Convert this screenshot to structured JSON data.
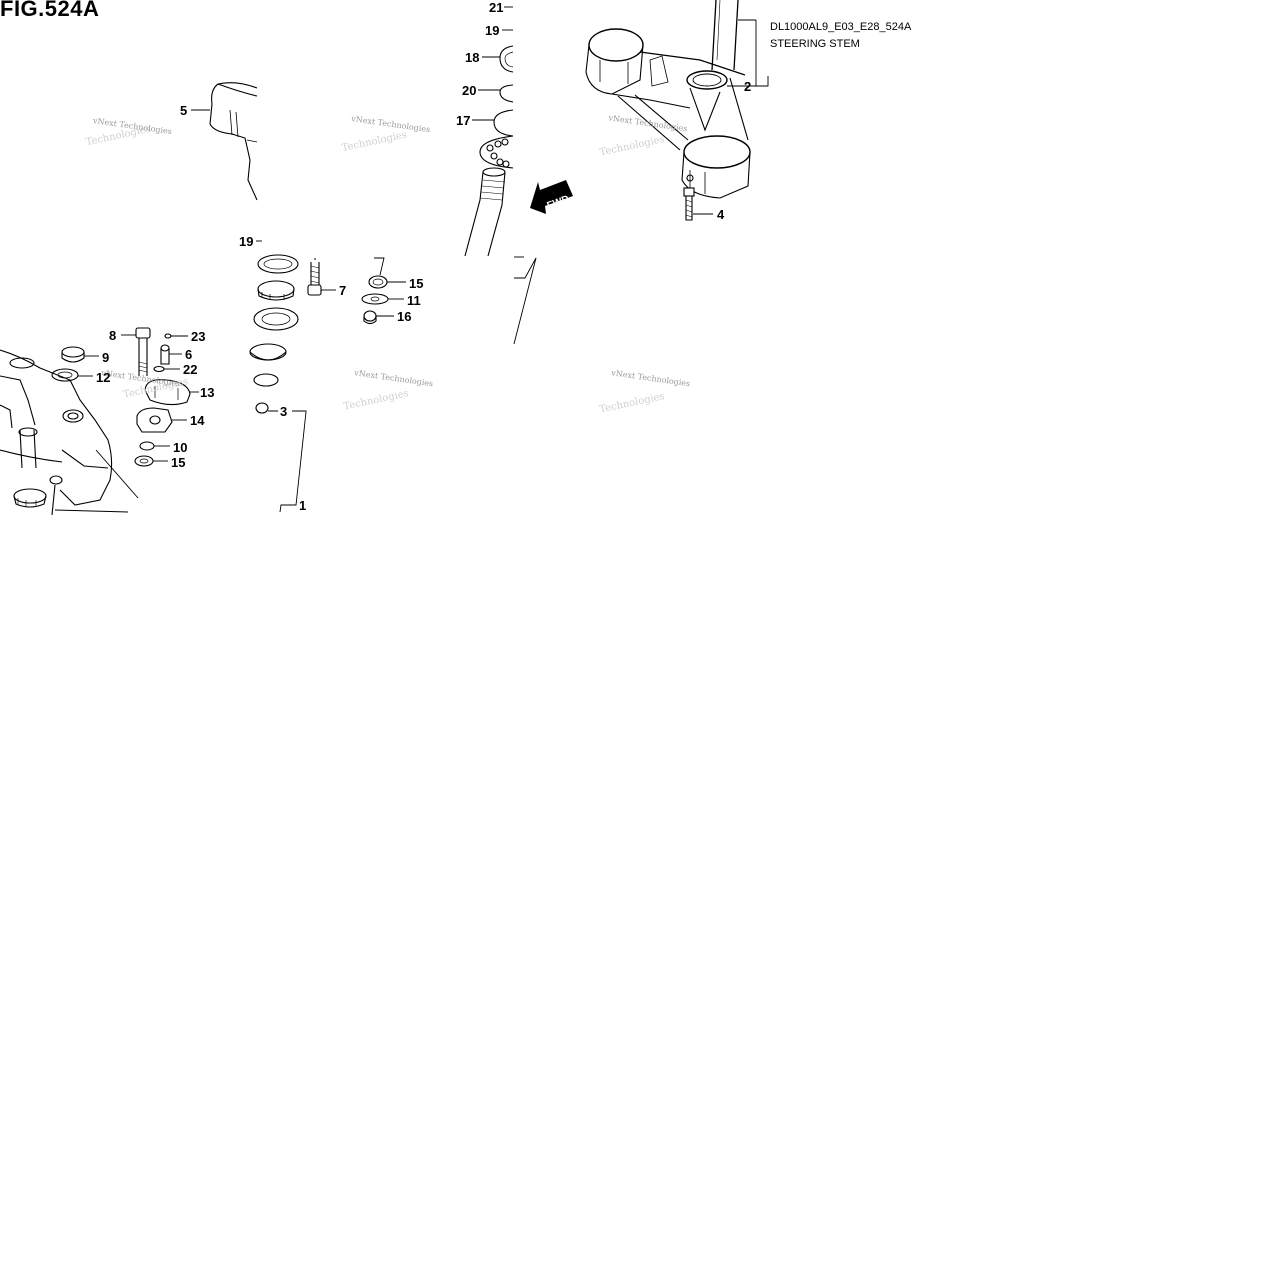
{
  "figure": {
    "title": "FIG.524A",
    "code": "DL1000AL9_E03_E28_524A",
    "caption": "STEERING STEM",
    "fwd_label": "FWD"
  },
  "watermark": {
    "text": "vNext Technologies",
    "ghost_text": "Technologies"
  },
  "callouts": [
    {
      "id": "c21",
      "label": "21"
    },
    {
      "id": "c19a",
      "label": "19"
    },
    {
      "id": "c18",
      "label": "18"
    },
    {
      "id": "c20",
      "label": "20"
    },
    {
      "id": "c17",
      "label": "17"
    },
    {
      "id": "c5",
      "label": "5"
    },
    {
      "id": "c2",
      "label": "2"
    },
    {
      "id": "c4",
      "label": "4"
    },
    {
      "id": "c19b",
      "label": "19"
    },
    {
      "id": "c7",
      "label": "7"
    },
    {
      "id": "c15a",
      "label": "15"
    },
    {
      "id": "c11",
      "label": "11"
    },
    {
      "id": "c16",
      "label": "16"
    },
    {
      "id": "c8",
      "label": "8"
    },
    {
      "id": "c23",
      "label": "23"
    },
    {
      "id": "c9",
      "label": "9"
    },
    {
      "id": "c6",
      "label": "6"
    },
    {
      "id": "c22",
      "label": "22"
    },
    {
      "id": "c12",
      "label": "12"
    },
    {
      "id": "c13",
      "label": "13"
    },
    {
      "id": "c14",
      "label": "14"
    },
    {
      "id": "c10",
      "label": "10"
    },
    {
      "id": "c15b",
      "label": "15"
    },
    {
      "id": "c3",
      "label": "3"
    },
    {
      "id": "c1",
      "label": "1"
    }
  ],
  "icons": {
    "fwd_arrow": "fwd-arrow-icon"
  }
}
